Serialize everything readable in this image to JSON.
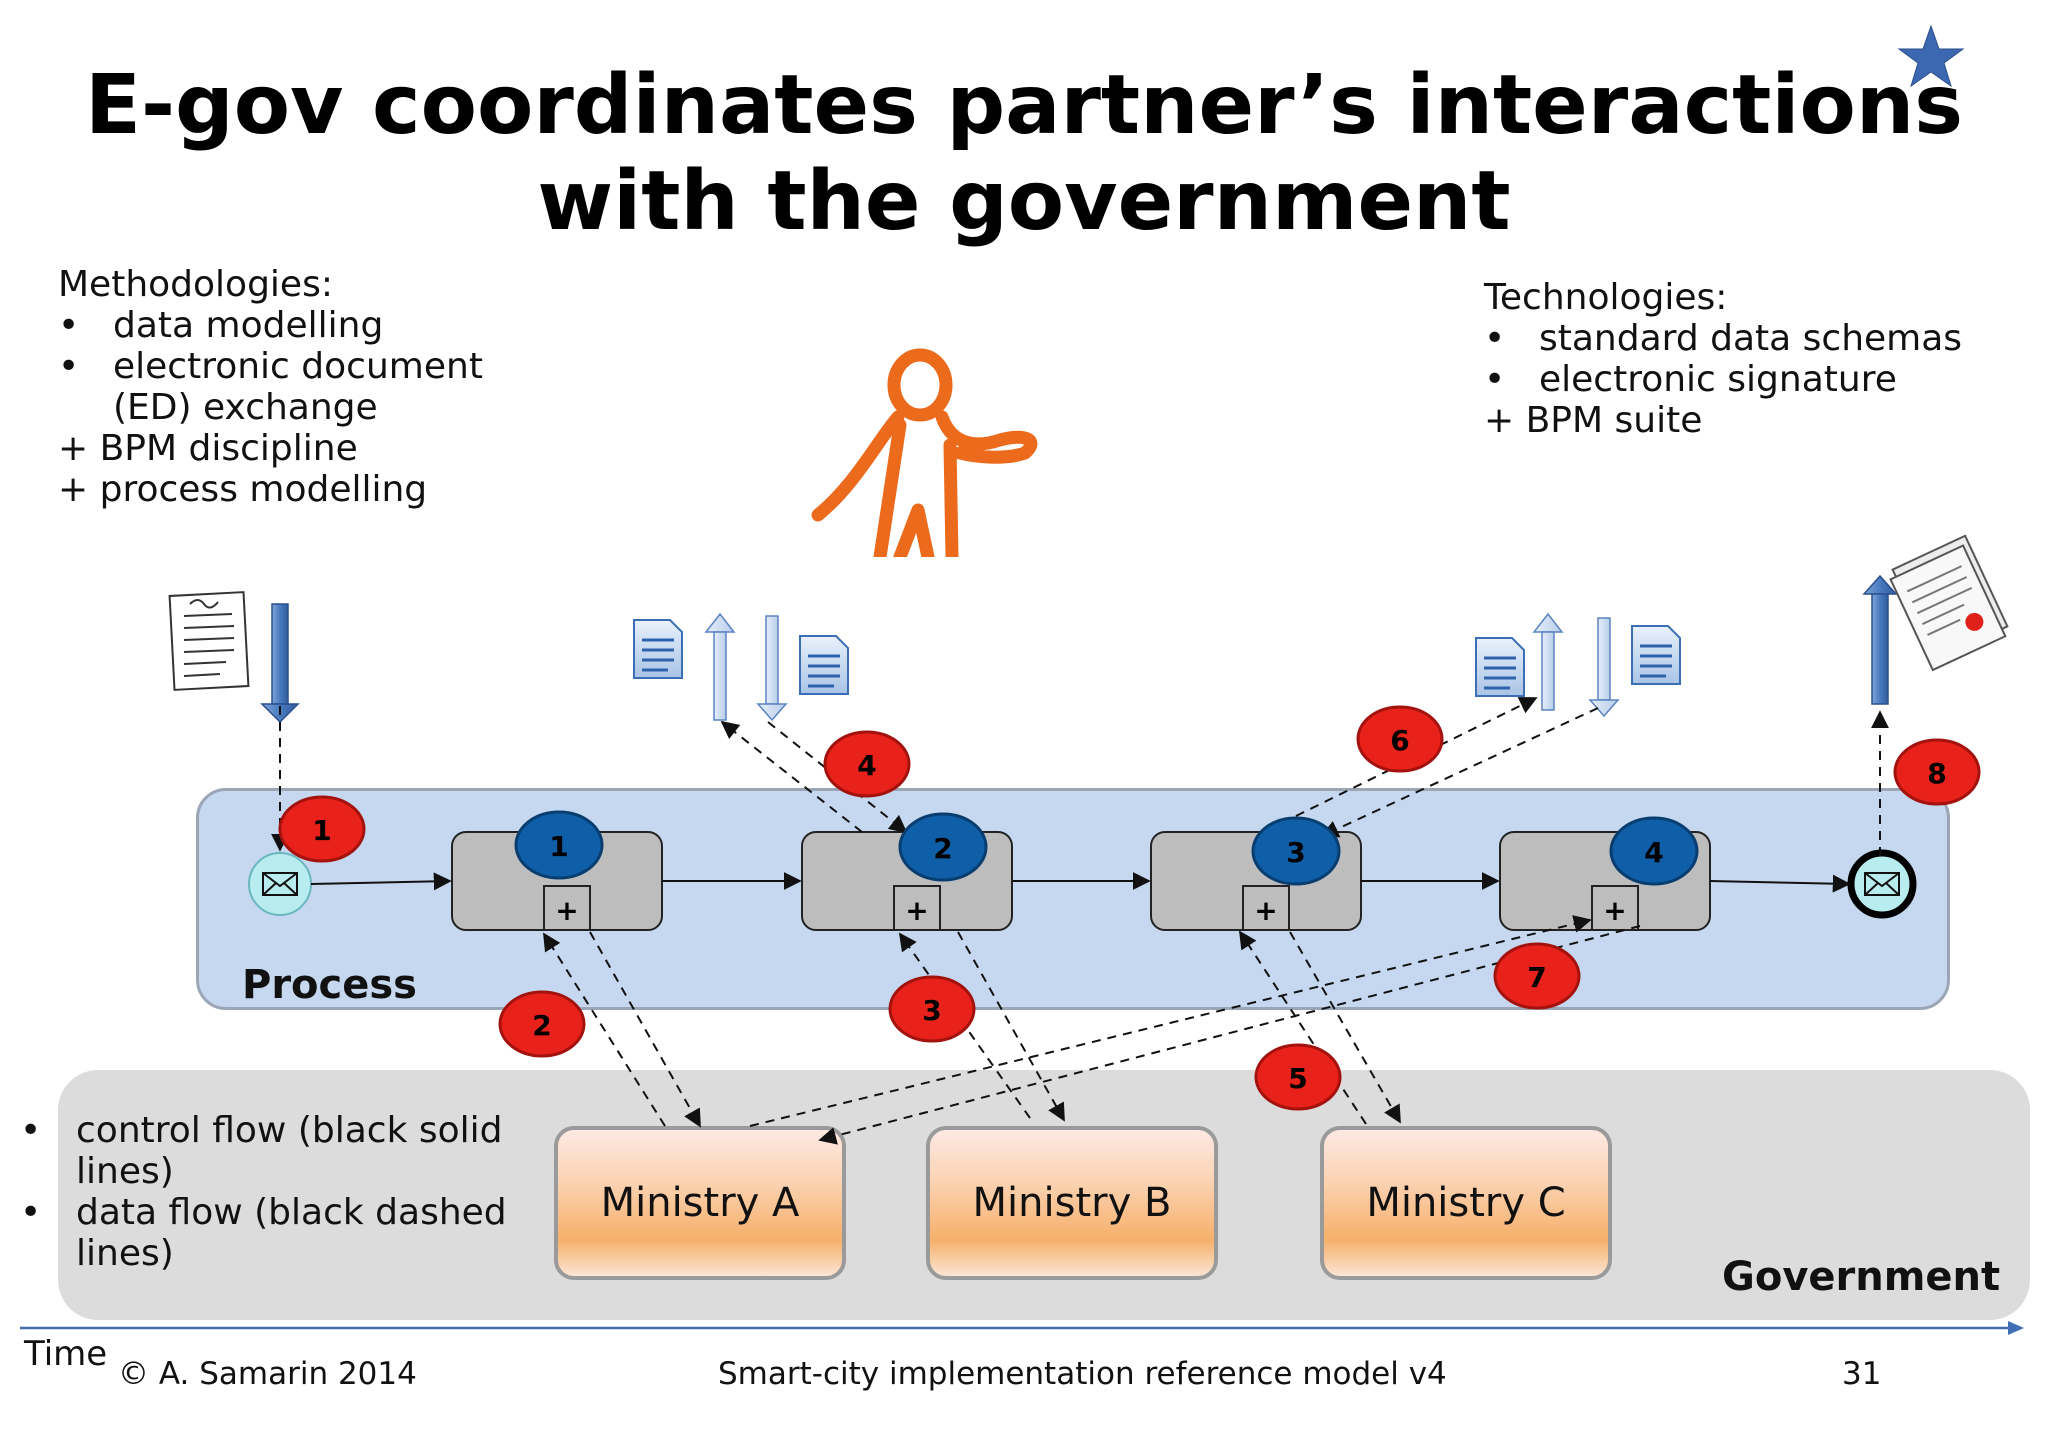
{
  "title_line1": "E-gov coordinates partner’s interactions",
  "title_line2": "with the government",
  "methodologies": {
    "heading": "Methodologies:",
    "bullets": [
      "data modelling",
      "electronic document",
      "(ED) exchange"
    ],
    "extras": [
      "+ BPM discipline",
      "+ process modelling"
    ]
  },
  "technologies": {
    "heading": "Technologies:",
    "bullets": [
      "standard data schemas",
      "electronic signature"
    ],
    "extras": [
      "+ BPM suite"
    ]
  },
  "process_label": "Process",
  "government_label": "Government",
  "ministries": [
    "Ministry A",
    "Ministry B",
    "Ministry C"
  ],
  "activity_numbers": [
    "1",
    "2",
    "3",
    "4"
  ],
  "step_numbers": [
    "1",
    "2",
    "3",
    "4",
    "5",
    "6",
    "7",
    "8"
  ],
  "subprocess_marker": "+",
  "legend": [
    "control flow (black solid lines)",
    "data flow (black dashed lines)"
  ],
  "legend_lines": [
    "control flow (black solid",
    "lines)",
    "data flow (black dashed",
    "lines)"
  ],
  "time_label": "Time",
  "footer": {
    "copyright": "© A. Samarin 2014",
    "center": "Smart-city implementation reference model v4",
    "page": "31"
  },
  "colors": {
    "process_lane": "#c5d8f0",
    "government_lane": "#dcdcdc",
    "activity": "#bdbdbd",
    "activity_badge": "#0e5fa8",
    "step_badge": "#e8221b",
    "arrow_blue": "#3f6fb0",
    "figure_orange": "#ec6a1c",
    "star": "#3b68b1"
  },
  "icons": [
    "star-icon",
    "person-icon",
    "document-icon",
    "certificate-icon",
    "envelope-icon"
  ]
}
